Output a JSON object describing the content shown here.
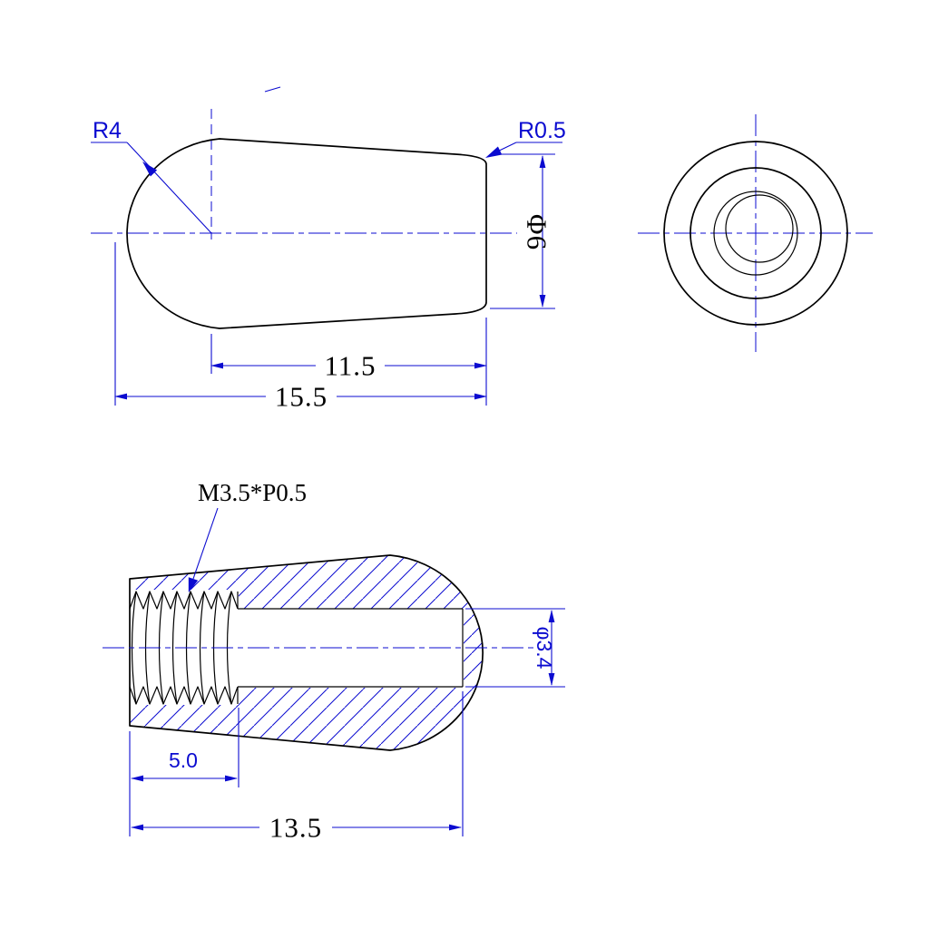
{
  "colors": {
    "outline": "#000000",
    "dimension_blue": "#0b0bd0",
    "background": "#ffffff"
  },
  "views": {
    "side_view": {
      "dims": {
        "tip_radius": "R4",
        "corner_radius": "R0.5",
        "diameter": "Φ6",
        "body_length": "11.5",
        "overall_length": "15.5"
      }
    },
    "end_view": {},
    "section_view": {
      "dims": {
        "thread_spec": "M3.5*P0.5",
        "thread_depth": "5.0",
        "overall_length": "13.5",
        "bore_diameter": "φ3.4"
      }
    }
  }
}
